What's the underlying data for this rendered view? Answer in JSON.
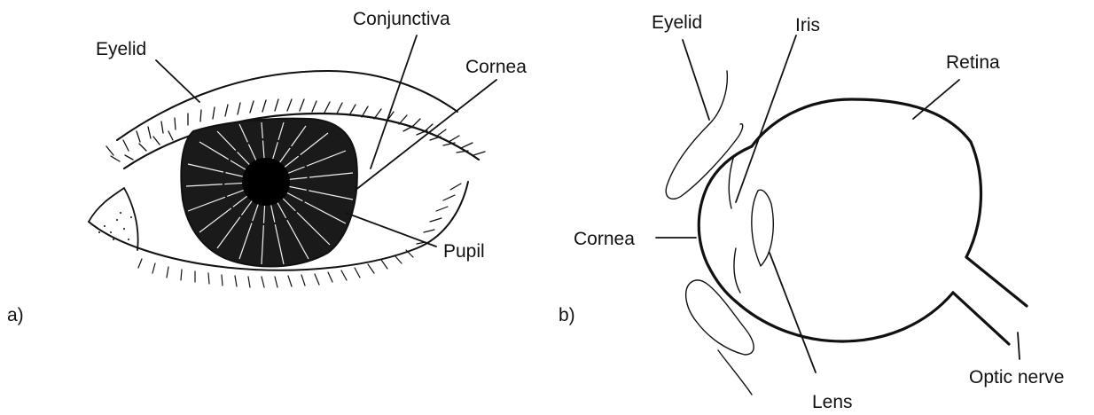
{
  "panel_a": {
    "panel_label": "a)",
    "labels": {
      "eyelid": "Eyelid",
      "conjunctiva": "Conjunctiva",
      "cornea": "Cornea",
      "pupil": "Pupil"
    }
  },
  "panel_b": {
    "panel_label": "b)",
    "labels": {
      "eyelid": "Eyelid",
      "iris": "Iris",
      "retina": "Retina",
      "cornea": "Cornea",
      "lens": "Lens",
      "optic_nerve": "Optic nerve"
    }
  }
}
